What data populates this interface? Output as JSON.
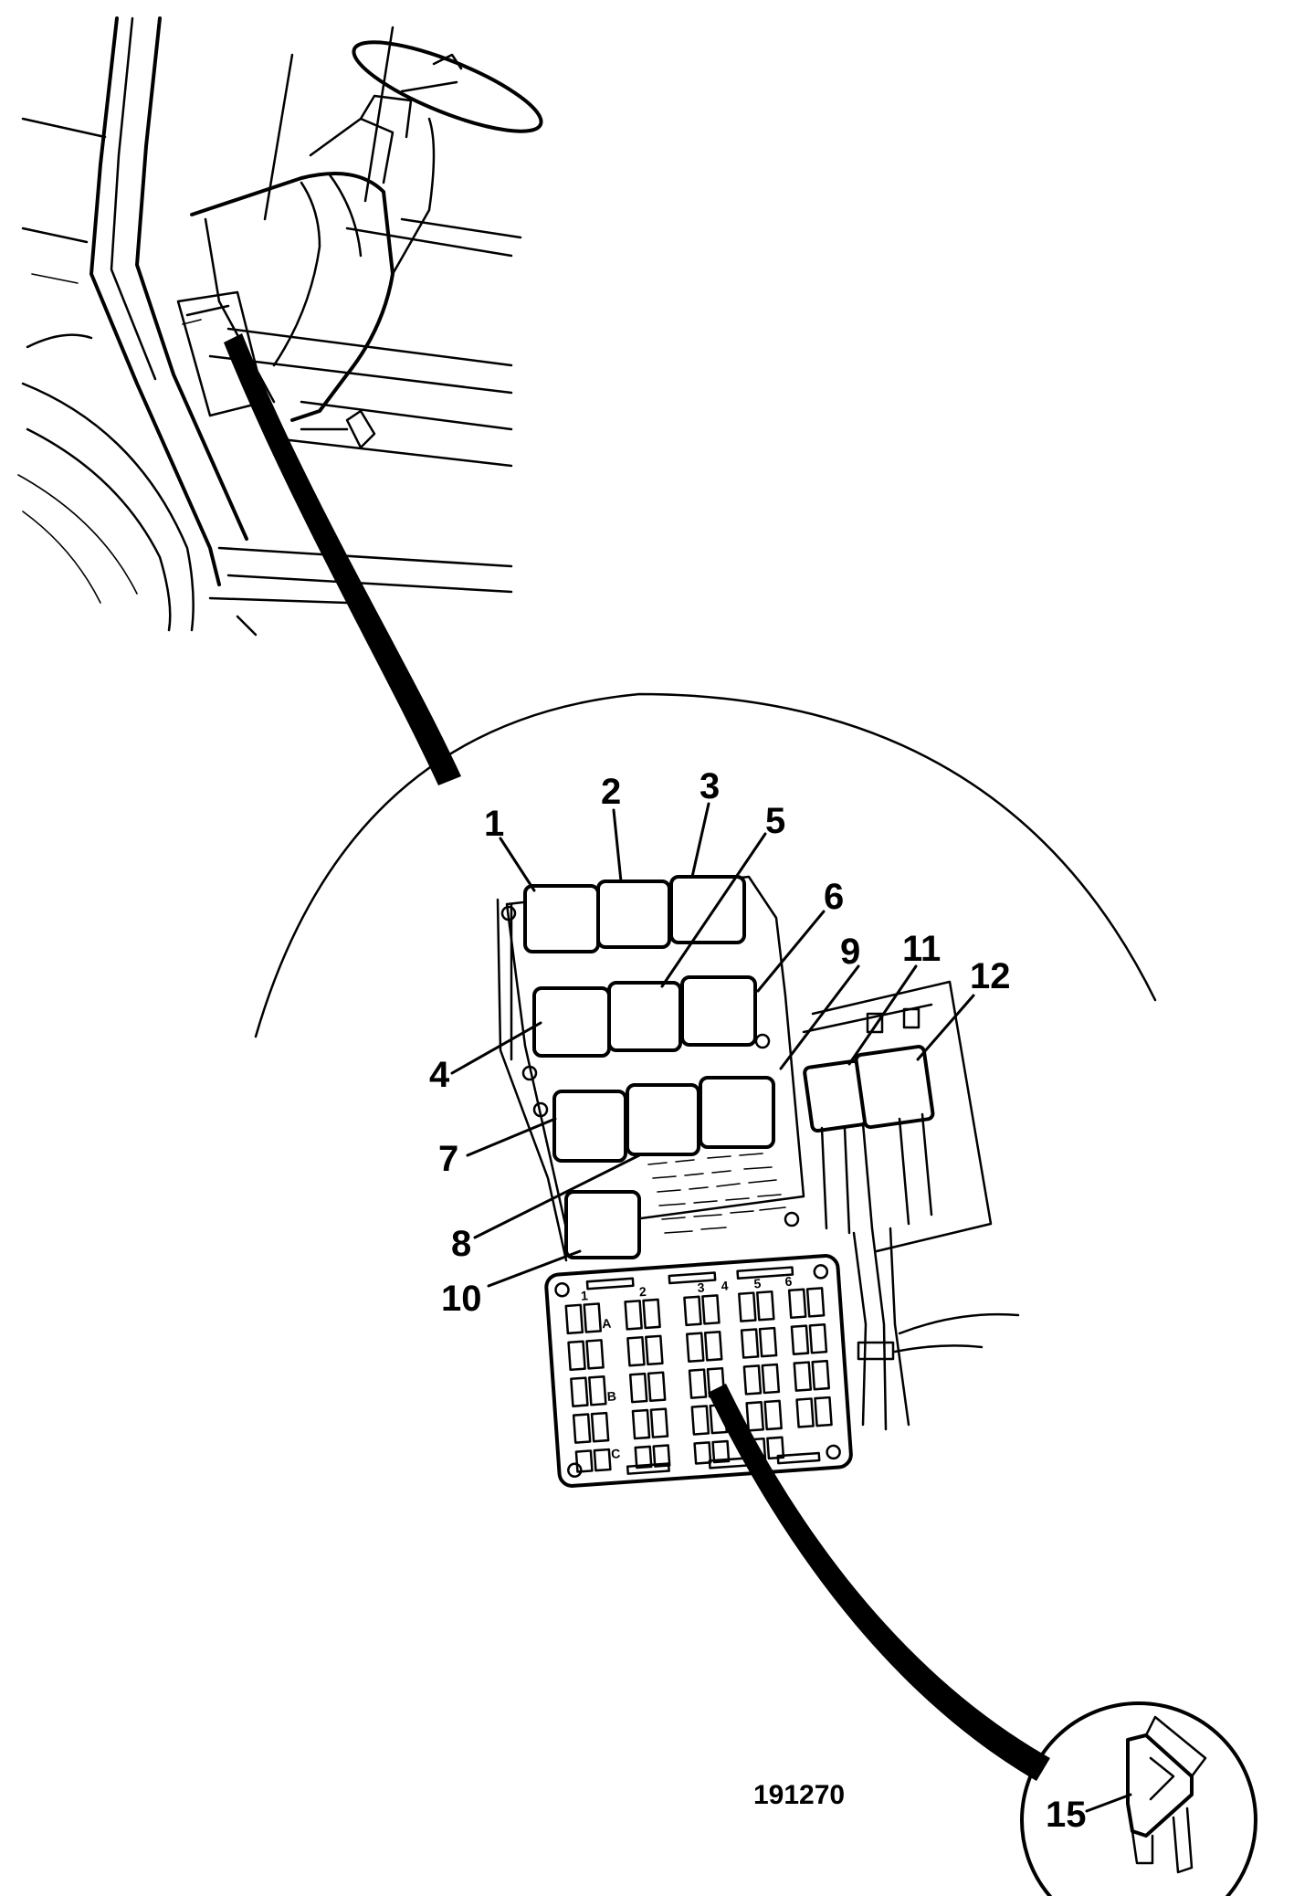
{
  "figure_number": "191270",
  "callouts": {
    "c1": "1",
    "c2": "2",
    "c3": "3",
    "c4": "4",
    "c5": "5",
    "c6": "6",
    "c7": "7",
    "c8": "8",
    "c9": "9",
    "c10": "10",
    "c11": "11",
    "c12": "12",
    "c15": "15"
  },
  "fuse_marks": {
    "m1": "1",
    "m2": "2",
    "m3": "3",
    "m4": "4",
    "m5": "5",
    "m6": "6",
    "a": "A",
    "b": "B",
    "c": "C"
  }
}
